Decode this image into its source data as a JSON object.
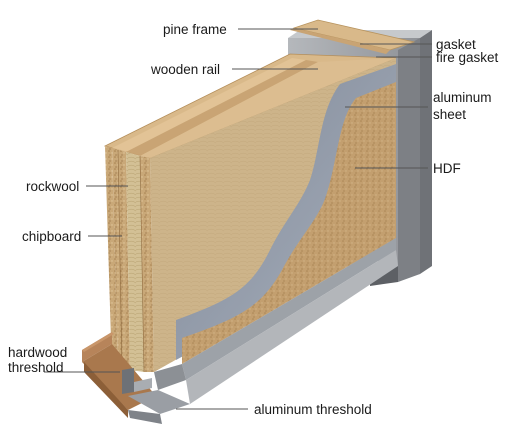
{
  "figure": {
    "subject": "door cross-section",
    "labels": {
      "pine_frame": "pine frame",
      "gasket": "gasket",
      "fire_gasket": "fire gasket",
      "wooden_rail": "wooden rail",
      "aluminum_sheet_line1": "aluminum",
      "aluminum_sheet_line2": "sheet",
      "hdf": "HDF",
      "rockwool": "rockwool",
      "chipboard": "chipboard",
      "hardwood_threshold_line1": "hardwood",
      "hardwood_threshold_line2": "threshold",
      "aluminum_threshold": "aluminum threshold"
    }
  },
  "colors": {
    "frame_metal": "#a7aaae",
    "frame_metal_dark": "#7d8085",
    "frame_metal_light": "#c6c9cc",
    "wood_top": "#d9b98a",
    "wood_edge": "#c9a474",
    "rockwool": "#cdb98f",
    "chipboard": "#b99468",
    "hdf": "#c39d6c",
    "aluminum_sheet": "#8f98a6",
    "hardwood_threshold": "#a9784d",
    "aluminum_threshold": "#9a9ea4"
  }
}
